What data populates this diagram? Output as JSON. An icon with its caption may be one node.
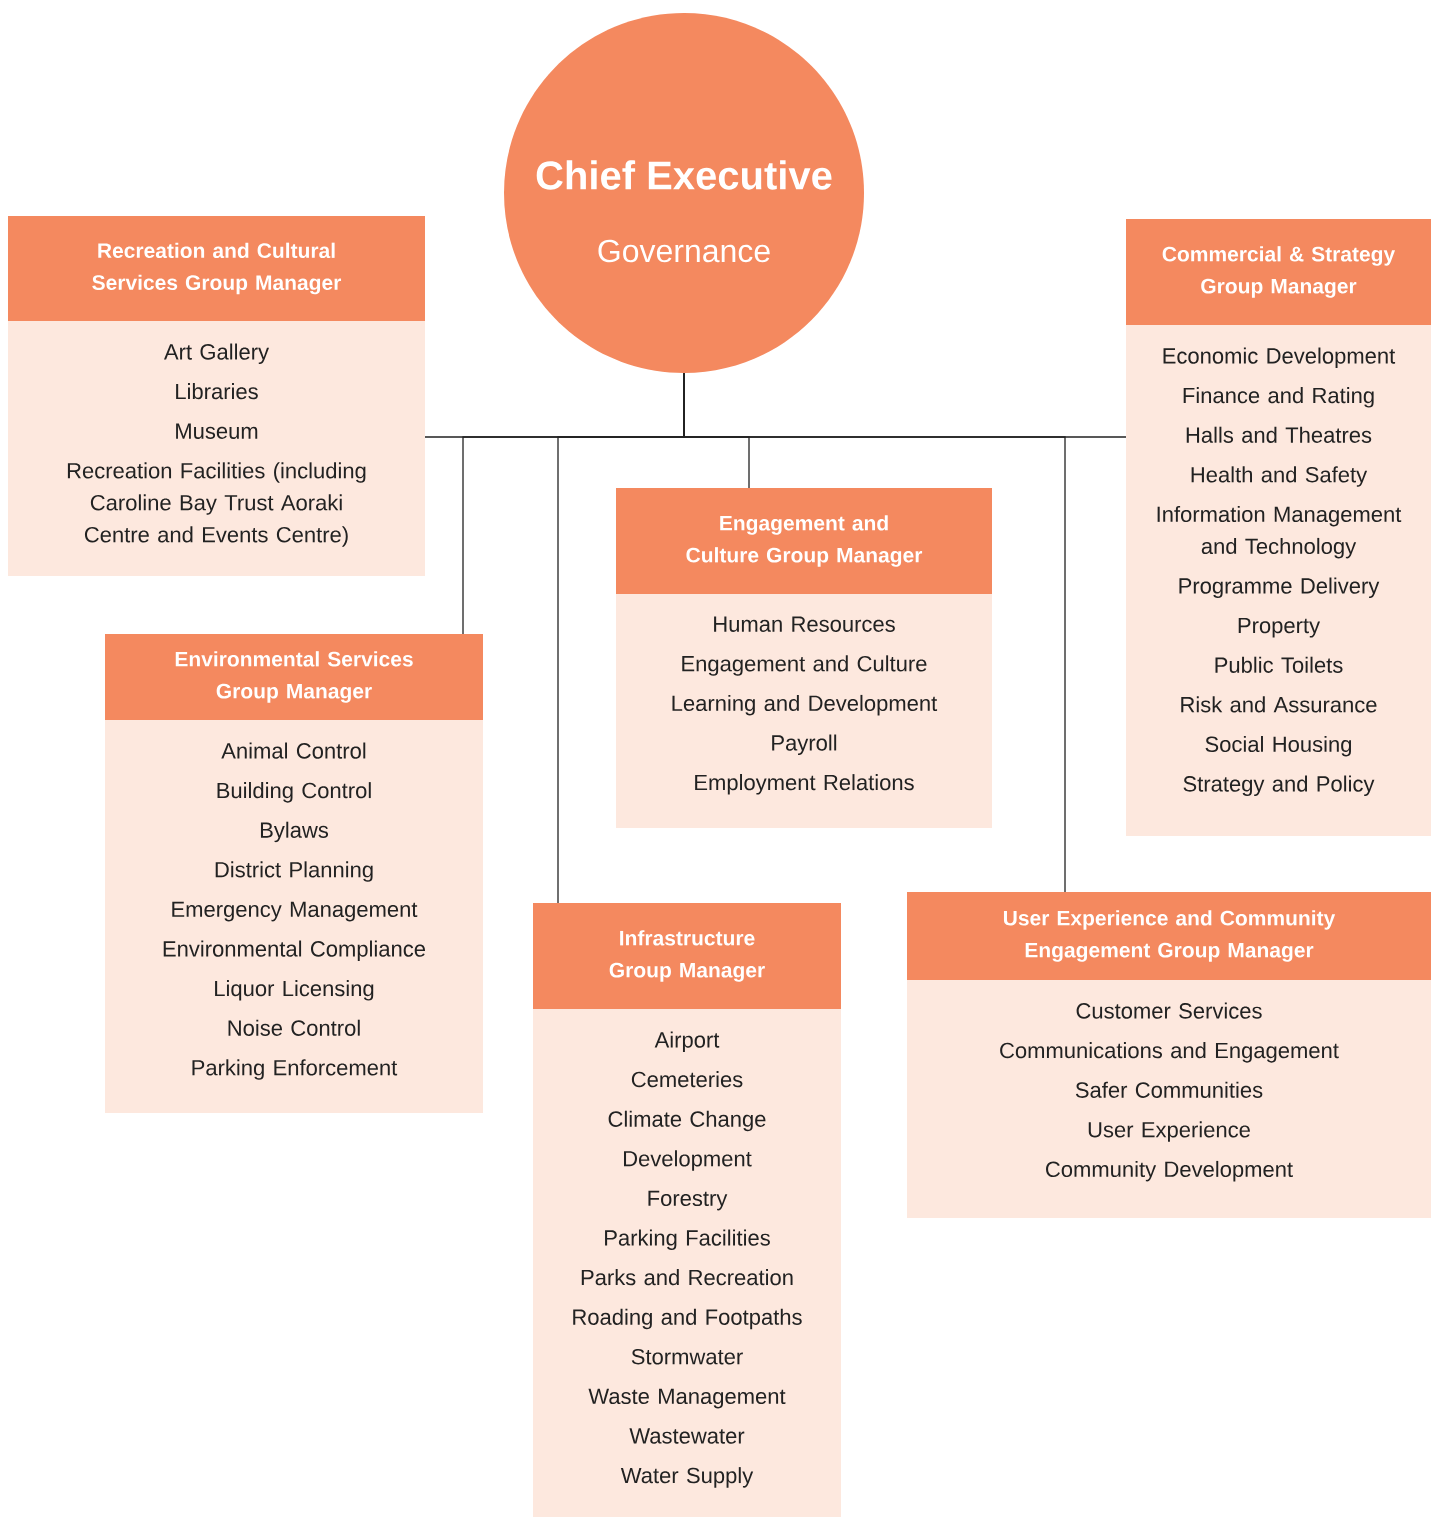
{
  "diagram": {
    "nodes": [
      {
        "text": [
          "Chief Executive",
          "Governance"
        ]
      },
      {
        "text": [
          "Recreation and Cultural  Services Group Manager",
          "Art Gallery",
          "Libraries",
          "Museum",
          "Recreation Facilities (including Caroline Bay Trust Aoraki Centre and Events Centre)"
        ]
      },
      {
        "text": [
          "Commercial & Strategy Group Manager",
          "Economic Development",
          "Finance and Rating",
          "Halls and Theatres",
          "Health and Safety",
          "Information Management and Technology",
          "Programme Delivery",
          "Property",
          "Public Toilets",
          "Risk and Assurance",
          "Social Housing",
          "Strategy and Policy"
        ]
      },
      {
        "text": [
          "Engagement and Culture Group Manager",
          "Human Resources",
          "Engagement and Culture",
          "Learning and Development",
          "Payroll",
          "Employment Relations"
        ]
      },
      {
        "text": [
          "Environmental Services Group Manager",
          "Animal Control",
          "Building Control",
          "Bylaws",
          "District Planning",
          "Emergency Management",
          "Environmental Compliance",
          "Liquor Licensing",
          "Noise Control",
          "Parking Enforcement"
        ]
      },
      {
        "text": [
          "Infrastructure Group Manager",
          "Airport",
          "Cemeteries",
          "Climate Change",
          "Development",
          "Forestry",
          "Parking Facilities",
          "Parks and Recreation",
          "Roading and Footpaths",
          "Stormwater",
          "Waste Management",
          "Wastewater",
          "Water Supply"
        ]
      },
      {
        "text": [
          "User Experience and Community Engagement Group Manager",
          "Customer Services",
          "Communications and Engagement",
          "Safer Communities",
          "User Experience",
          "Community Development"
        ]
      }
    ],
    "edges": [
      {
        "from": 0,
        "to": 1,
        "arrow": "none"
      },
      {
        "from": 0,
        "to": 2,
        "arrow": "none"
      },
      {
        "from": 0,
        "to": 3,
        "arrow": "none"
      },
      {
        "from": 0,
        "to": 4,
        "arrow": "none"
      },
      {
        "from": 0,
        "to": 5,
        "arrow": "none"
      },
      {
        "from": 0,
        "to": 6,
        "arrow": "none"
      }
    ]
  }
}
